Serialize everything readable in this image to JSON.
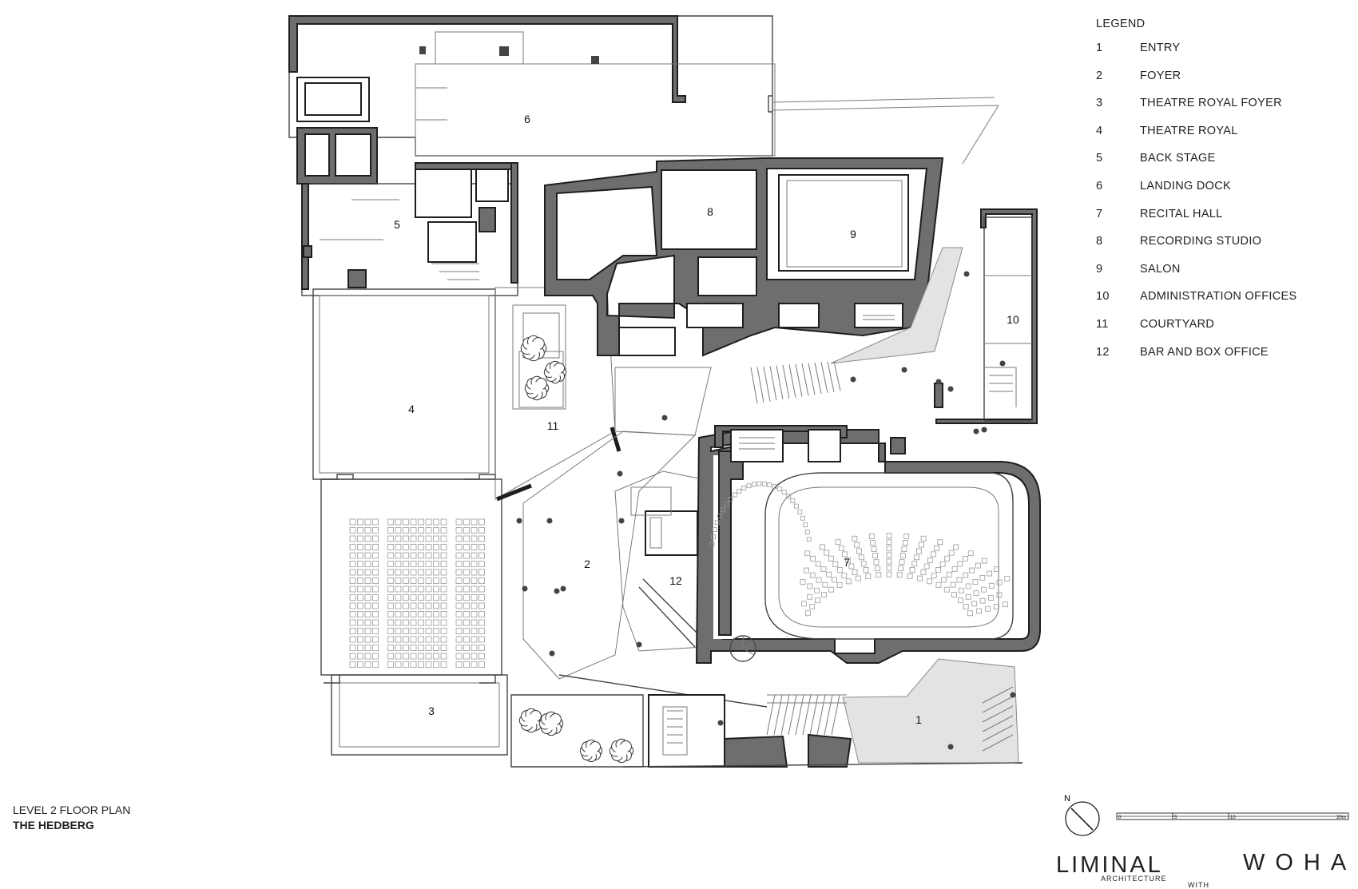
{
  "legend": {
    "title": "LEGEND",
    "items": [
      {
        "num": "1",
        "label": "ENTRY"
      },
      {
        "num": "2",
        "label": "FOYER"
      },
      {
        "num": "3",
        "label": "THEATRE ROYAL FOYER"
      },
      {
        "num": "4",
        "label": "THEATRE ROYAL"
      },
      {
        "num": "5",
        "label": "BACK STAGE"
      },
      {
        "num": "6",
        "label": "LANDING DOCK"
      },
      {
        "num": "7",
        "label": "RECITAL HALL"
      },
      {
        "num": "8",
        "label": "RECORDING STUDIO"
      },
      {
        "num": "9",
        "label": "SALON"
      },
      {
        "num": "10",
        "label": "ADMINISTRATION OFFICES"
      },
      {
        "num": "11",
        "label": "COURTYARD"
      },
      {
        "num": "12",
        "label": "BAR AND BOX OFFICE"
      }
    ]
  },
  "plan_labels": {
    "r1": "1",
    "r2": "2",
    "r3": "3",
    "r4": "4",
    "r5": "5",
    "r6": "6",
    "r7": "7",
    "r8": "8",
    "r9": "9",
    "r10": "10",
    "r11": "11",
    "r12": "12"
  },
  "title_block": {
    "line1": "LEVEL 2 FLOOR PLAN",
    "line2": "THE HEDBERG"
  },
  "north": {
    "label": "N"
  },
  "scale_bar": {
    "ticks": [
      "0",
      "5",
      "10",
      "20m"
    ]
  },
  "logos": {
    "liminal": "LIMINAL",
    "liminal_sub": "ARCHITECTURE",
    "with": "WITH",
    "woha": "WOHA"
  },
  "colors": {
    "wall_fill": "#6e6e6e",
    "line": "#1e1e1e",
    "shaded_area": "#e3e3e3"
  }
}
